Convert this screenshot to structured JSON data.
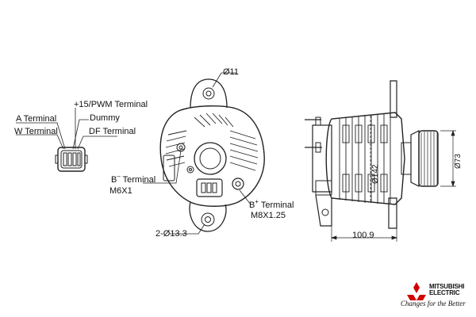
{
  "labels": {
    "pwm_terminal": "+15/PWM Terminal",
    "a_terminal": "A Terminal",
    "dummy": "Dummy",
    "w_terminal": "W Terminal",
    "df_terminal": "DF Terminal",
    "b_minus_terminal": "B",
    "b_minus_sup": "–",
    "b_minus_suffix": " Terminal",
    "b_minus_thread": "M6X1",
    "b_plus_terminal": "B",
    "b_plus_sup": "+",
    "b_plus_suffix": " Terminal",
    "b_plus_thread": "M8X1.25",
    "mount_hole": "2-Ø13.3"
  },
  "dimensions": {
    "top_hole": "Ø11",
    "body_diameter": "Ø142",
    "pulley_diameter": "Ø73",
    "length": "100.9"
  },
  "brand": {
    "name_line1": "MITSUBISHI",
    "name_line2": "ELECTRIC",
    "tagline": "Changes for the Better",
    "logo_color": "#d00000"
  }
}
